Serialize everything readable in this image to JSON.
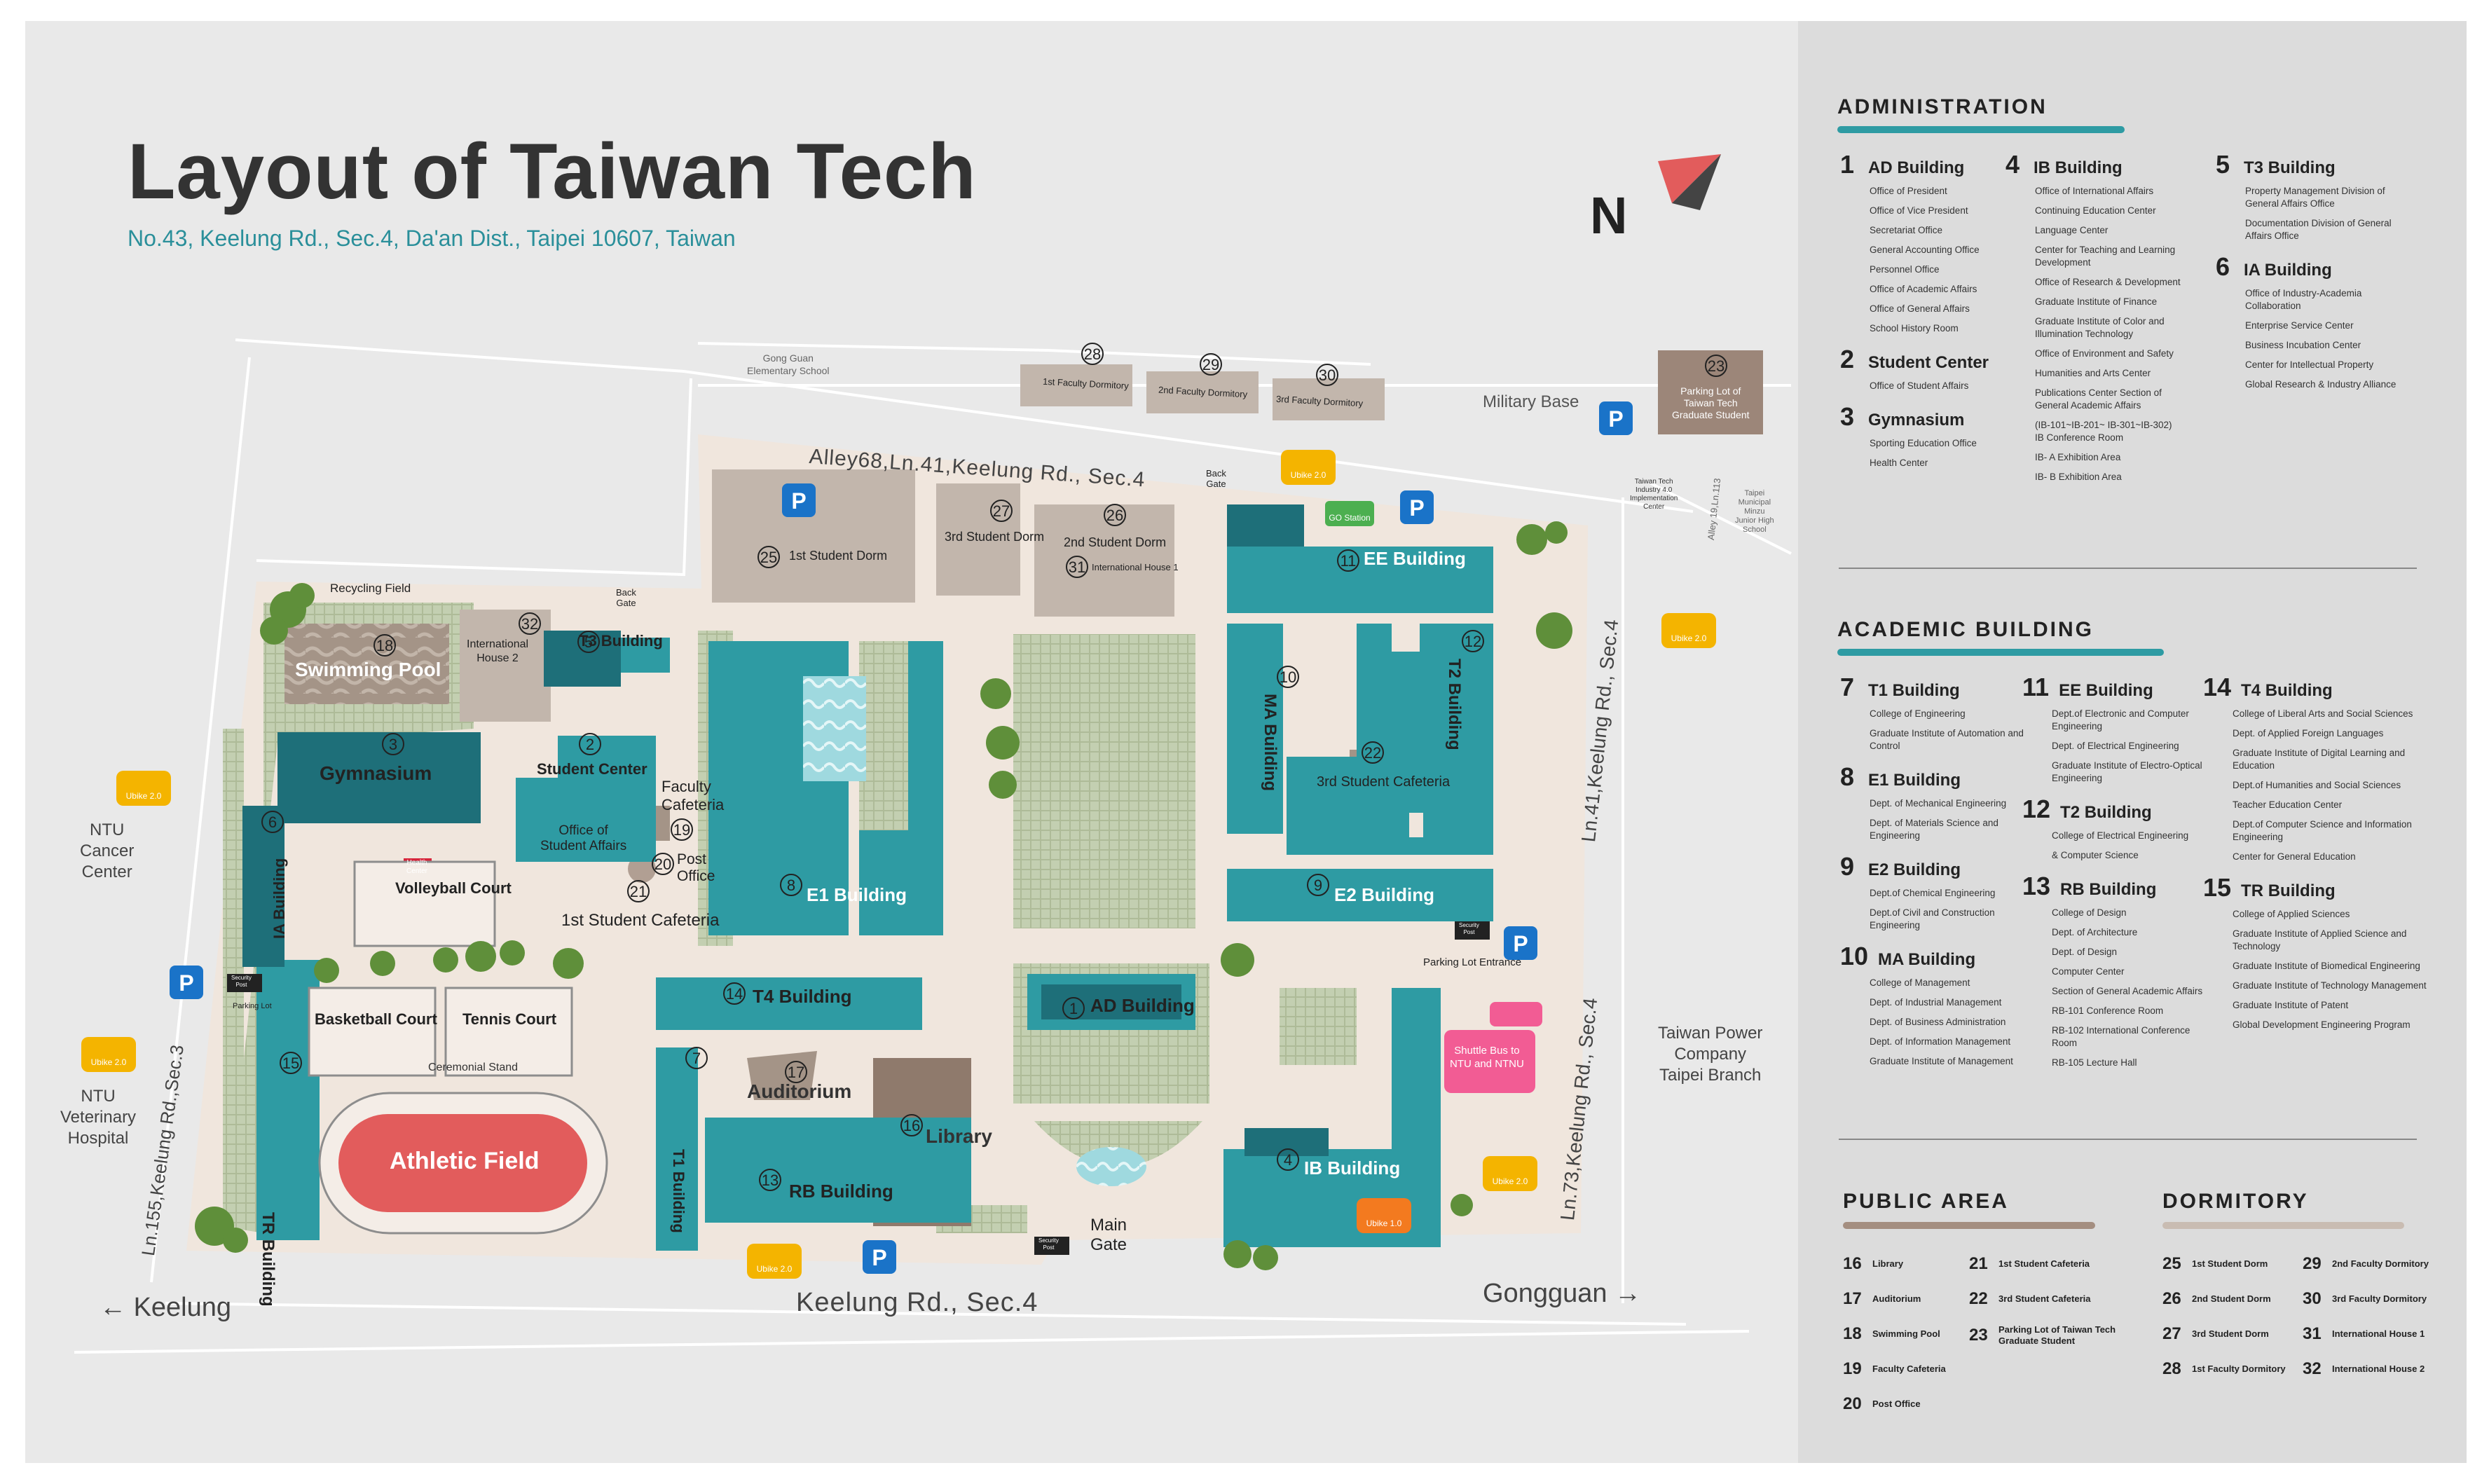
{
  "header": {
    "title": "Layout of Taiwan Tech",
    "address": "No.43, Keelung Rd., Sec.4, Da'an Dist., Taipei 10607, Taiwan",
    "north": "N"
  },
  "colors": {
    "building": "#2e9ba3",
    "dark_building": "#1e6f79",
    "dormitory": "#b3a79e",
    "public": "#8f7a6c",
    "campus": "#f0e6dd",
    "green": "#b8c7a5",
    "parking": "#1a73c8",
    "ubike": "#f4b400",
    "athletic": "#e25c5c"
  },
  "roads": {
    "alley68": "Alley68,Ln.41,Keelung Rd., Sec.4",
    "ln41": "Ln.41,Keelung Rd., Sec.4",
    "ln73": "Ln.73,Keelung Rd., Sec.4",
    "ln155": "Ln.155,Keelung Rd.,Sec.3",
    "alley19": "Alley 19,Ln.113",
    "keelung_rd": "Keelung Rd., Sec.4",
    "keelung": "Keelung",
    "gongguan": "Gongguan"
  },
  "places": {
    "gongguan_school": [
      "Gong Guan",
      "Elementary School"
    ],
    "military_base": "Military Base",
    "ntu_cancer": [
      "NTU",
      "Cancer",
      "Center"
    ],
    "ntu_vet": [
      "NTU",
      "Veterinary",
      "Hospital"
    ],
    "taipower": [
      "Taiwan Power",
      "Company",
      "Taipei Branch"
    ],
    "junior_high": [
      "Taipei",
      "Municipal",
      "Minzu",
      "Junior High",
      "School"
    ],
    "industry": [
      "Taiwan Tech",
      "Industry 4.0",
      "Implementation",
      "Center"
    ]
  },
  "map_labels": {
    "swimming_pool": "Swimming Pool",
    "gymnasium": "Gymnasium",
    "ia": "IA Building",
    "t3": "T3 Building",
    "intl2": [
      "International",
      "House 2"
    ],
    "student_center": "Student Center",
    "osa": [
      "Office of",
      "Student Affairs"
    ],
    "faculty_caf": [
      "Faculty",
      "Cafeteria"
    ],
    "post_office": [
      "Post",
      "Office"
    ],
    "caf1": "1st Student Cafeteria",
    "volleyball": "Volleyball Court",
    "basketball": "Basketball Court",
    "tennis": "Tennis Court",
    "ceremonial": "Ceremonial Stand",
    "athletic": "Athletic Field",
    "tr": "TR Building",
    "t1": "T1 Building",
    "t4": "T4 Building",
    "auditorium": "Auditorium",
    "library": "Library",
    "rb": "RB Building",
    "e1": "E1 Building",
    "ad": "AD Building",
    "ib": "IB Building",
    "e2": "E2 Building",
    "ee": "EE Building",
    "t2": "T2 Building",
    "ma": "MA Building",
    "caf3": "3rd Student Cafeteria",
    "dorm1": "1st Student Dorm",
    "dorm3": "3rd Student Dorm",
    "dorm2": "2nd Student Dorm",
    "intl1": "International House 1",
    "fdorm1": "1st Faculty Dormitory",
    "fdorm2": "2nd Faculty Dormitory",
    "fdorm3": "3rd Faculty Dormitory",
    "parking_lot": [
      "Parking Lot of",
      "Taiwan Tech",
      "Graduate Student"
    ],
    "recycling": "Recycling Field",
    "back_gate": [
      "Back",
      "Gate"
    ],
    "main_gate": [
      "Main",
      "Gate"
    ],
    "parking_entrance": "Parking Lot Entrance",
    "shuttle": [
      "Shuttle Bus to",
      "NTU and NTNU"
    ],
    "health": [
      "Health",
      "Center"
    ],
    "security": [
      "Security",
      "Post"
    ],
    "parking_small": "Parking Lot",
    "ubike": "Ubike 2.0",
    "ubike1": "Ubike 1.0",
    "go_station": "GO Station",
    "parking_p": "P"
  },
  "legend": {
    "administration": {
      "title": "ADMINISTRATION",
      "col1": [
        {
          "n": "1",
          "name": "AD Building",
          "subs": [
            "Office of President",
            "Office of Vice President",
            "Secretariat Office",
            "General Accounting Office",
            "Personnel Office",
            "Office of Academic Affairs",
            "Office of General Affairs",
            "School History Room"
          ]
        },
        {
          "n": "2",
          "name": "Student Center",
          "subs": [
            "Office of Student Affairs"
          ]
        },
        {
          "n": "3",
          "name": "Gymnasium",
          "subs": [
            "Sporting Education Office",
            "Health Center"
          ]
        }
      ],
      "col2": [
        {
          "n": "4",
          "name": "IB Building",
          "subs": [
            "Office of International Affairs",
            "Continuing Education Center",
            "Language Center",
            "Center for Teaching and Learning Development",
            "Office of Research & Development",
            "Graduate Institute of Finance",
            "Graduate Institute of Color and Illumination Technology",
            "Office of Environment and Safety",
            "Humanities and Arts Center",
            "Publications Center Section of General Academic Affairs",
            "(IB-101~IB-201~ IB-301~IB-302) IB Conference Room",
            "IB- A Exhibition Area",
            "IB- B Exhibition Area"
          ]
        }
      ],
      "col3": [
        {
          "n": "5",
          "name": "T3 Building",
          "subs": [
            "Property Management Division of General Affairs Office",
            "Documentation Division of General Affairs Office"
          ]
        },
        {
          "n": "6",
          "name": "IA Building",
          "subs": [
            "Office of Industry-Academia Collaboration",
            "Enterprise Service Center",
            "Business Incubation Center",
            "Center for Intellectual Property",
            "Global Research & Industry Alliance"
          ]
        }
      ]
    },
    "academic": {
      "title": "ACADEMIC BUILDING",
      "col1": [
        {
          "n": "7",
          "name": "T1 Building",
          "subs": [
            "College of Engineering",
            "Graduate Institute of Automation and Control"
          ]
        },
        {
          "n": "8",
          "name": "E1 Building",
          "subs": [
            "Dept. of Mechanical Engineering",
            "Dept. of Materials Science and Engineering"
          ]
        },
        {
          "n": "9",
          "name": "E2 Building",
          "subs": [
            "Dept.of Chemical Engineering",
            "Dept.of Civil and Construction Engineering"
          ]
        },
        {
          "n": "10",
          "name": "MA Building",
          "subs": [
            "College of Management",
            "Dept. of Industrial Management",
            "Dept. of Business Administration",
            "Dept. of Information Management",
            "Graduate Institute of Management"
          ]
        }
      ],
      "col2": [
        {
          "n": "11",
          "name": "EE Building",
          "subs": [
            "Dept.of Electronic and Computer Engineering",
            "Dept. of Electrical Engineering",
            "Graduate Institute of Electro-Optical Engineering"
          ]
        },
        {
          "n": "12",
          "name": "T2 Building",
          "subs": [
            "College of Electrical Engineering",
            "& Computer Science"
          ]
        },
        {
          "n": "13",
          "name": "RB Building",
          "subs": [
            "College of Design",
            "Dept. of Architecture",
            "Dept. of Design",
            "Computer Center",
            "Section of General Academic Affairs",
            "RB-101 Conference Room",
            "RB-102 International Conference Room",
            "RB-105 Lecture Hall"
          ]
        }
      ],
      "col3": [
        {
          "n": "14",
          "name": "T4 Building",
          "subs": [
            "College of Liberal Arts and Social Sciences",
            "Dept. of Applied Foreign Languages",
            "Graduate Institute of Digital Learning and Education",
            "Dept.of Humanities and Social Sciences",
            "Teacher Education Center",
            "Dept.of Computer Science and Information Engineering",
            "Center for General Education"
          ]
        },
        {
          "n": "15",
          "name": "TR Building",
          "subs": [
            "College of Applied Sciences",
            "Graduate Institute of Applied Science and Technology",
            "Graduate Institute of Biomedical Engineering",
            "Graduate Institute of Technology Management",
            "Graduate Institute of Patent",
            "Global Development Engineering Program"
          ]
        }
      ]
    },
    "public": {
      "title": "PUBLIC AREA",
      "col1": [
        {
          "n": "16",
          "t": "Library"
        },
        {
          "n": "17",
          "t": "Auditorium"
        },
        {
          "n": "18",
          "t": "Swimming Pool"
        },
        {
          "n": "19",
          "t": "Faculty Cafeteria"
        },
        {
          "n": "20",
          "t": "Post Office"
        }
      ],
      "col2": [
        {
          "n": "21",
          "t": "1st Student Cafeteria"
        },
        {
          "n": "22",
          "t": "3rd Student Cafeteria"
        },
        {
          "n": "23",
          "t": "Parking Lot of Taiwan Tech Graduate Student"
        }
      ]
    },
    "dormitory": {
      "title": "DORMITORY",
      "col1": [
        {
          "n": "25",
          "t": "1st Student Dorm"
        },
        {
          "n": "26",
          "t": "2nd Student Dorm"
        },
        {
          "n": "27",
          "t": "3rd Student Dorm"
        },
        {
          "n": "28",
          "t": "1st Faculty Dormitory"
        }
      ],
      "col2": [
        {
          "n": "29",
          "t": "2nd Faculty Dormitory"
        },
        {
          "n": "30",
          "t": "3rd Faculty Dormitory"
        },
        {
          "n": "31",
          "t": "International House 1"
        },
        {
          "n": "32",
          "t": "International House 2"
        }
      ]
    }
  }
}
